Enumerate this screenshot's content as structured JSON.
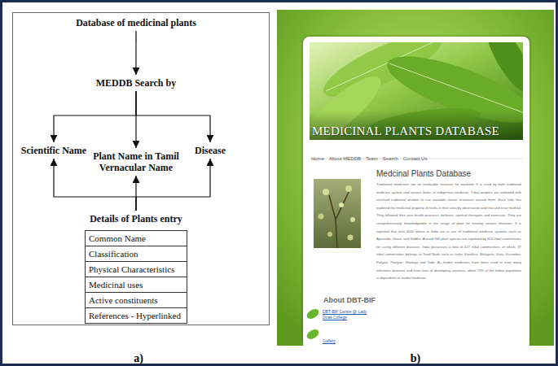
{
  "diagram": {
    "nodes": [
      {
        "text": [
          "a)"
        ]
      },
      {
        "text": [
          "Database of medicinal plants"
        ],
        "in": 0
      },
      {
        "text": [
          "MEDDB Search by"
        ],
        "in": 0
      },
      {
        "text": [
          "Scientific Name"
        ],
        "in": 0
      },
      {
        "text": [
          "Plant Name in Tamil Vernacular Name"
        ],
        "in": 0
      },
      {
        "text": [
          "Disease"
        ],
        "in": 0
      },
      {
        "text": [
          "Details of Plants entry"
        ],
        "in": 0
      },
      {
        "text": [
          "b)"
        ]
      }
    ],
    "edges": [
      {
        "from": 1,
        "to": 2,
        "arrow": "to"
      },
      {
        "from": 2,
        "to": 3,
        "arrow": "to"
      },
      {
        "from": 2,
        "to": 4,
        "arrow": "to"
      },
      {
        "from": 2,
        "to": 5,
        "arrow": "to"
      },
      {
        "from": 6,
        "to": 3,
        "arrow": "to"
      },
      {
        "from": 6,
        "to": 4,
        "arrow": "to"
      },
      {
        "from": 6,
        "to": 5,
        "arrow": "to"
      }
    ],
    "labels": [
      "Common Name",
      "Classification",
      "Physical Characteristics",
      "Medicinal uses",
      "Active constituents",
      "References - Hyperlinked",
      "MEDICINAL PLANTS DATABASE",
      "Home",
      "About MEDDB",
      "Team",
      "Search",
      "Contact Us",
      "Medcinal Plants Database",
      "Traditional medicines are an invaluable resource for mankind. It is used by both traditional medicine system and various forms of indigenous medicine. Tribal peoples are endowed with enriched traditional wisdom to use available nature resources around them. Each tribe has explored the medicinal property of herbs in their area by observation and trial and error method. They followed their own health practices, believes, spiritual therapies and exercises. They are comprehensively knowledgeable in the usage of plant for treating various diseases. It is reported that over 4000 plants in India are in use of traditional medicine systems such as Ayurveda, Unani, and Siddha. Around 960 plant species are exploited by 503 tribal communities for curing different diseases. India possesses a total of 427 tribal communities, of which, 37 tribal communities belongs to Tamil Nadu such as Irular, Kanikkar, Malayalis, Kota, Kurumbar, Paliyan, Paniyan, Sholaga and Toda. As herbal medicines have been used to treat many infectious diseases and even lives of developing countries, about 70% of the Indian population is dependent on herbal medicine.",
      "About DBT-BIF",
      "DBT-BIF Centre @ Lady Doak College",
      "Gallery"
    ]
  }
}
